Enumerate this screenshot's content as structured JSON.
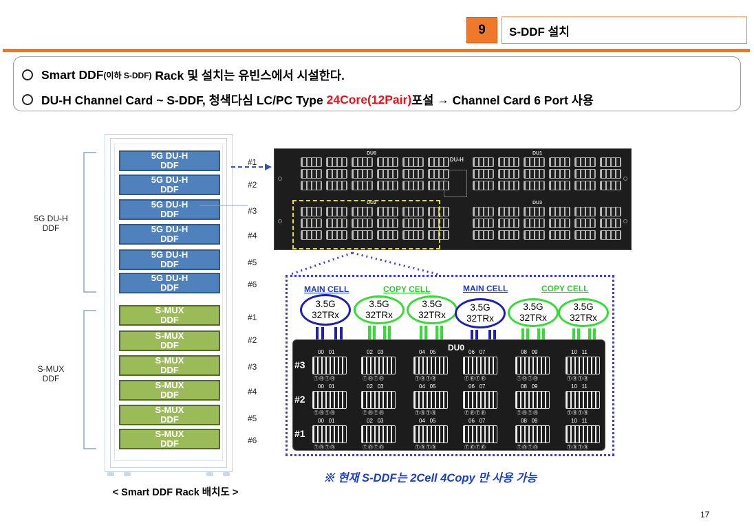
{
  "header": {
    "section_number": "9",
    "section_title": "S-DDF 설치"
  },
  "notes": {
    "line1": {
      "a": "Smart DDF",
      "small": "(이하 S-DDF)",
      "b": " Rack 및 설치는 유빈스에서 시설한다."
    },
    "line2": {
      "a": "DU-H Channel Card ~ S-DDF, 청색다심 LC/PC Type ",
      "red": "24Core(12Pair)",
      "b": "포설 ",
      "arrow": "→",
      "c": " Channel Card 6 Port 사용"
    }
  },
  "rack": {
    "du_label_line1": "5G DU-H",
    "du_label_line2": "DDF",
    "mux_label_line1": "S-MUX",
    "mux_label_line2": "DDF",
    "du_units": [
      {
        "line1": "5G DU-H",
        "line2": "DDF"
      },
      {
        "line1": "5G DU-H",
        "line2": "DDF"
      },
      {
        "line1": "5G DU-H",
        "line2": "DDF"
      },
      {
        "line1": "5G DU-H",
        "line2": "DDF"
      },
      {
        "line1": "5G DU-H",
        "line2": "DDF"
      },
      {
        "line1": "5G DU-H",
        "line2": "DDF"
      }
    ],
    "mux_units": [
      {
        "line1": "S-MUX",
        "line2": "DDF"
      },
      {
        "line1": "S-MUX",
        "line2": "DDF"
      },
      {
        "line1": "S-MUX",
        "line2": "DDF"
      },
      {
        "line1": "S-MUX",
        "line2": "DDF"
      },
      {
        "line1": "S-MUX",
        "line2": "DDF"
      },
      {
        "line1": "S-MUX",
        "line2": "DDF"
      }
    ],
    "du_slots": [
      "#1",
      "#2",
      "#3",
      "#4",
      "#5",
      "#6"
    ],
    "mux_slots": [
      "#1",
      "#2",
      "#3",
      "#4",
      "#5",
      "#6"
    ],
    "caption": "< Smart DDF Rack 배치도 >"
  },
  "duh_panel": {
    "title": "5G DU-H",
    "du0": "DU0",
    "du1": "DU1",
    "du2": "DU2",
    "du3": "DU3"
  },
  "detail": {
    "labels": [
      {
        "text": "MAIN CELL",
        "color": "blue"
      },
      {
        "text": "COPY CELL",
        "color": "green"
      },
      {
        "text": "MAIN CELL",
        "color": "blue"
      },
      {
        "text": "COPY CELL",
        "color": "green"
      }
    ],
    "ellipses": [
      {
        "line1": "3.5G",
        "line2": "32TRx",
        "color": "blue"
      },
      {
        "line1": "3.5G",
        "line2": "32TRx",
        "color": "green"
      },
      {
        "line1": "3.5G",
        "line2": "32TRx",
        "color": "green"
      },
      {
        "line1": "3.5G",
        "line2": "32TRx",
        "color": "blue"
      },
      {
        "line1": "3.5G",
        "line2": "32TRx",
        "color": "green"
      },
      {
        "line1": "3.5G",
        "line2": "32TRx",
        "color": "green"
      }
    ],
    "panel_title": "DU0",
    "rows": [
      "#3",
      "#2",
      "#1"
    ],
    "port_pairs": [
      "00   01",
      "02   03",
      "04   05",
      "06   07",
      "08   09",
      "10   11"
    ],
    "tr_mark": "ⓉⓇⓉⓇ"
  },
  "footnote": "※ 현재 S-DDF는 2Cell 4Copy 만 사용 가능",
  "page_number": "17",
  "colors": {
    "accent_orange": "#ee7722",
    "du_blue": "#4f81bd",
    "mux_green": "#9bbb59",
    "main_cell_blue": "#1f1fb0",
    "copy_cell_green": "#33dd33",
    "highlight_red": "#e8141c"
  }
}
